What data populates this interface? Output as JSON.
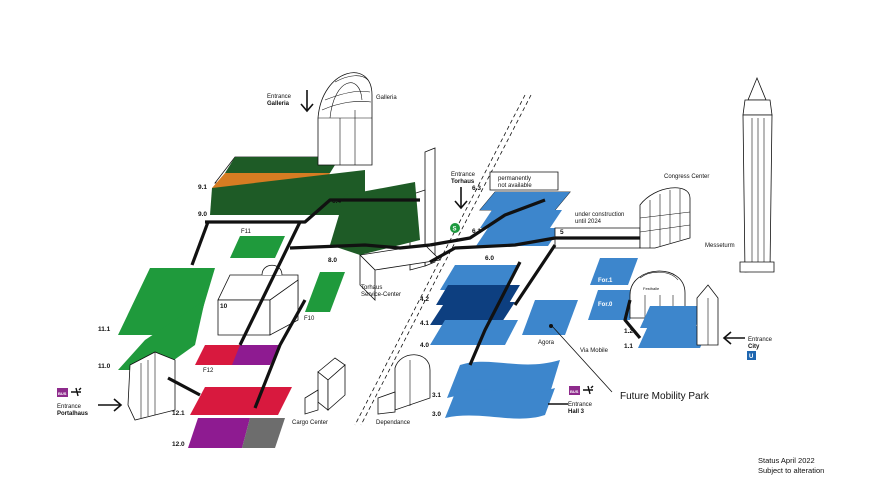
{
  "entrances": {
    "galleria": {
      "line1": "Entrance",
      "line2": "Galleria"
    },
    "torhaus": {
      "line1": "Entrance",
      "line2": "Torhaus"
    },
    "portalhaus": {
      "line1": "Entrance",
      "line2": "Portalhaus"
    },
    "city": {
      "line1": "Entrance",
      "line2": "City"
    },
    "hall3": {
      "line1": "Entrance",
      "line2": "Hall 3"
    }
  },
  "buildings": {
    "galleria": "Galleria",
    "congress_center": "Congress Center",
    "messeturm": "Messeturm",
    "torhaus_sc_1": "Torhaus",
    "torhaus_sc_2": "Service-Center",
    "cargo_center": "Cargo Center",
    "dependance": "Dependance",
    "agora": "Agora",
    "via_mobile": "Via Mobile",
    "future_mobility_park": "Future Mobility Park",
    "festhalle": "Festhalle"
  },
  "notes": {
    "perm_1": "permanently",
    "perm_2": "not available",
    "constr_1": "under construction",
    "constr_2": "until 2024"
  },
  "halls": {
    "h9_1": "9.1",
    "h9_0": "9.0",
    "h8_0": "8.0",
    "h6_3": "6.3",
    "h6_1": "6.1",
    "h6_0": "6.0",
    "h5": "5",
    "h4_2": "4.2",
    "h4_1": "4.1",
    "h4_0": "4.0",
    "h3_1": "3.1",
    "h3_0": "3.0",
    "h1_2": "1.2",
    "h1_1": "1.1",
    "h10": "10",
    "h11_1": "11.1",
    "h11_0": "11.0",
    "h12_1": "12.1",
    "h12_0": "12.0",
    "f11": "F11",
    "f10": "F10",
    "f12": "F12",
    "for1": "For.1",
    "for0": "For.0",
    "s6_4": "6.4"
  },
  "icons": {
    "bus": "BUS",
    "s_bahn": "S",
    "u_bahn": "U"
  },
  "status": {
    "line1": "Status April 2022",
    "line2": "Subject to alteration"
  },
  "colors": {
    "dark_green": "#1e5b26",
    "green": "#1f9a3c",
    "orange": "#d67c22",
    "blue": "#3d86cc",
    "navy": "#0d3f80",
    "crimson": "#d8193e",
    "purple": "#8e1b91",
    "grey": "#6d6d6d",
    "bus_purple": "#8e2b8c",
    "u_blue": "#1e66b0"
  }
}
